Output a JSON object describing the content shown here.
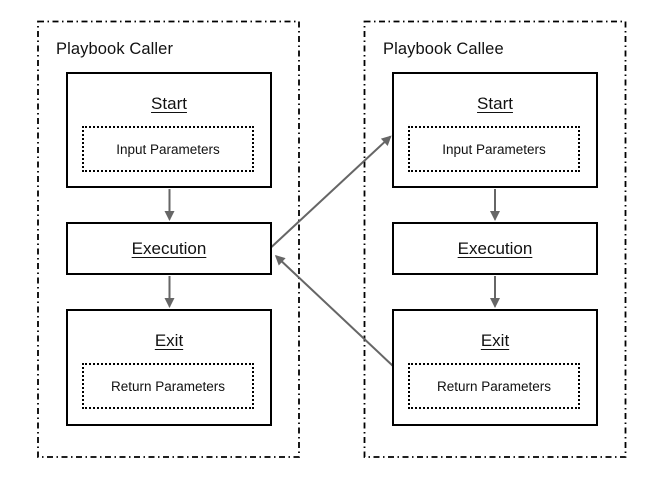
{
  "colors": {
    "background": "#ffffff",
    "box_border": "#000000",
    "panel_border": "#000000",
    "arrow": "#666666",
    "text": "#111111"
  },
  "panels": [
    {
      "title": "Playbook Caller",
      "nodes": {
        "start": {
          "title": "Start",
          "param": "Input Parameters"
        },
        "execution": {
          "title": "Execution"
        },
        "exit": {
          "title": "Exit",
          "param": "Return Parameters"
        }
      }
    },
    {
      "title": "Playbook Callee",
      "nodes": {
        "start": {
          "title": "Start",
          "param": "Input Parameters"
        },
        "execution": {
          "title": "Execution"
        },
        "exit": {
          "title": "Exit",
          "param": "Return Parameters"
        }
      }
    }
  ]
}
